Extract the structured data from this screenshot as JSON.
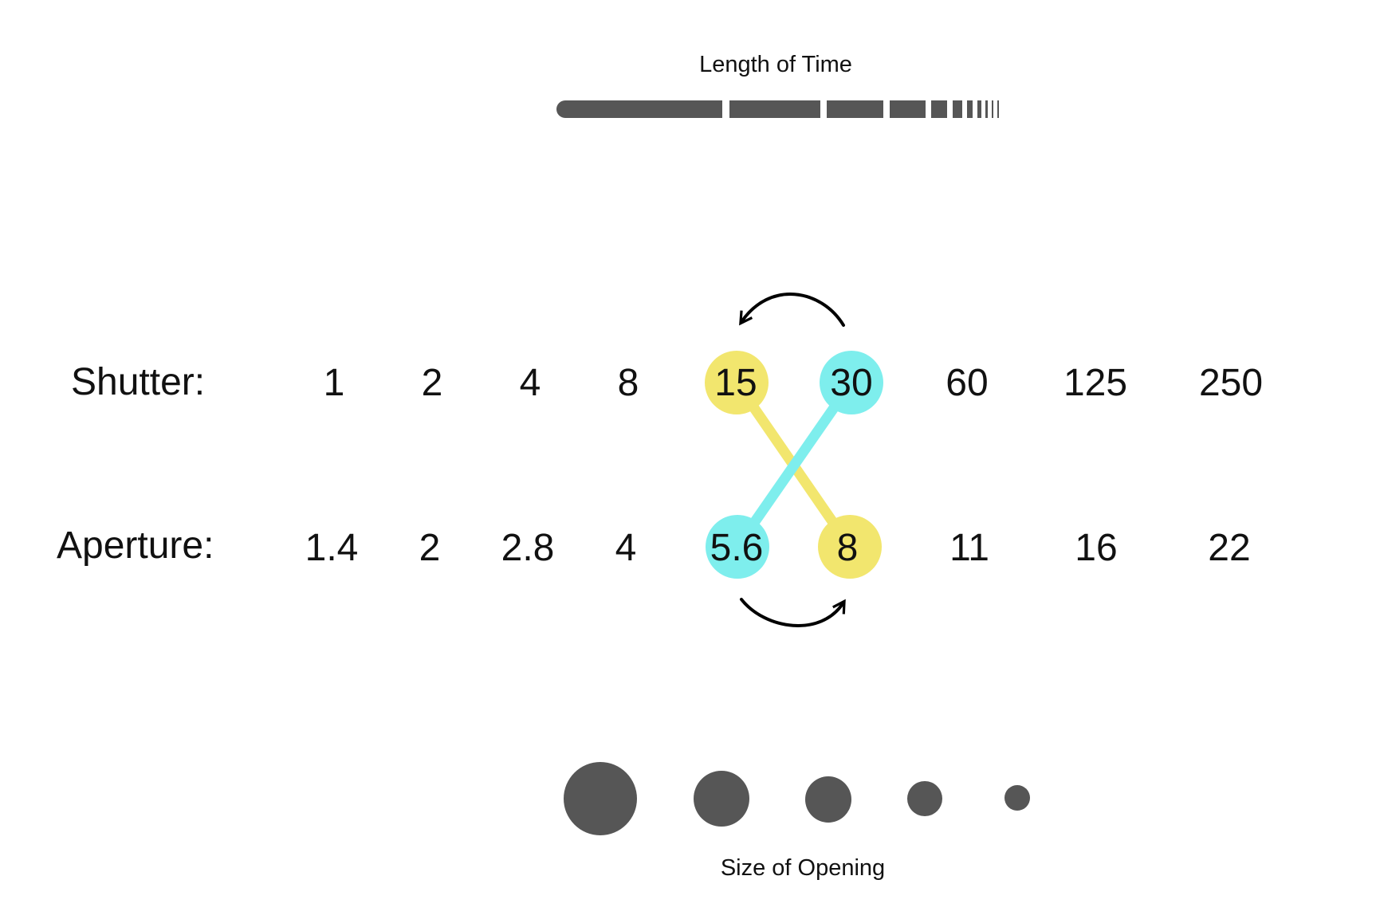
{
  "colors": {
    "bar": "#565656",
    "dot": "#565656",
    "highlight_yellow": "#f2e66e",
    "highlight_cyan": "#7eeeed",
    "arrow": "#000000",
    "text": "#111111"
  },
  "time_bar": {
    "label": "Length of Time",
    "segment_count": 12
  },
  "shutter": {
    "label": "Shutter:",
    "values": [
      "1",
      "2",
      "4",
      "8",
      "15",
      "30",
      "60",
      "125",
      "250"
    ],
    "highlight_yellow_index": 4,
    "highlight_cyan_index": 5
  },
  "aperture": {
    "label": "Aperture:",
    "values": [
      "1.4",
      "2",
      "2.8",
      "4",
      "5.6",
      "8",
      "11",
      "16",
      "22"
    ],
    "highlight_cyan_index": 4,
    "highlight_yellow_index": 5
  },
  "opening": {
    "label": "Size of Opening",
    "dot_count": 5
  },
  "arrows": {
    "top_icon": "curved-arrow-left-icon",
    "bottom_icon": "curved-arrow-right-icon"
  }
}
